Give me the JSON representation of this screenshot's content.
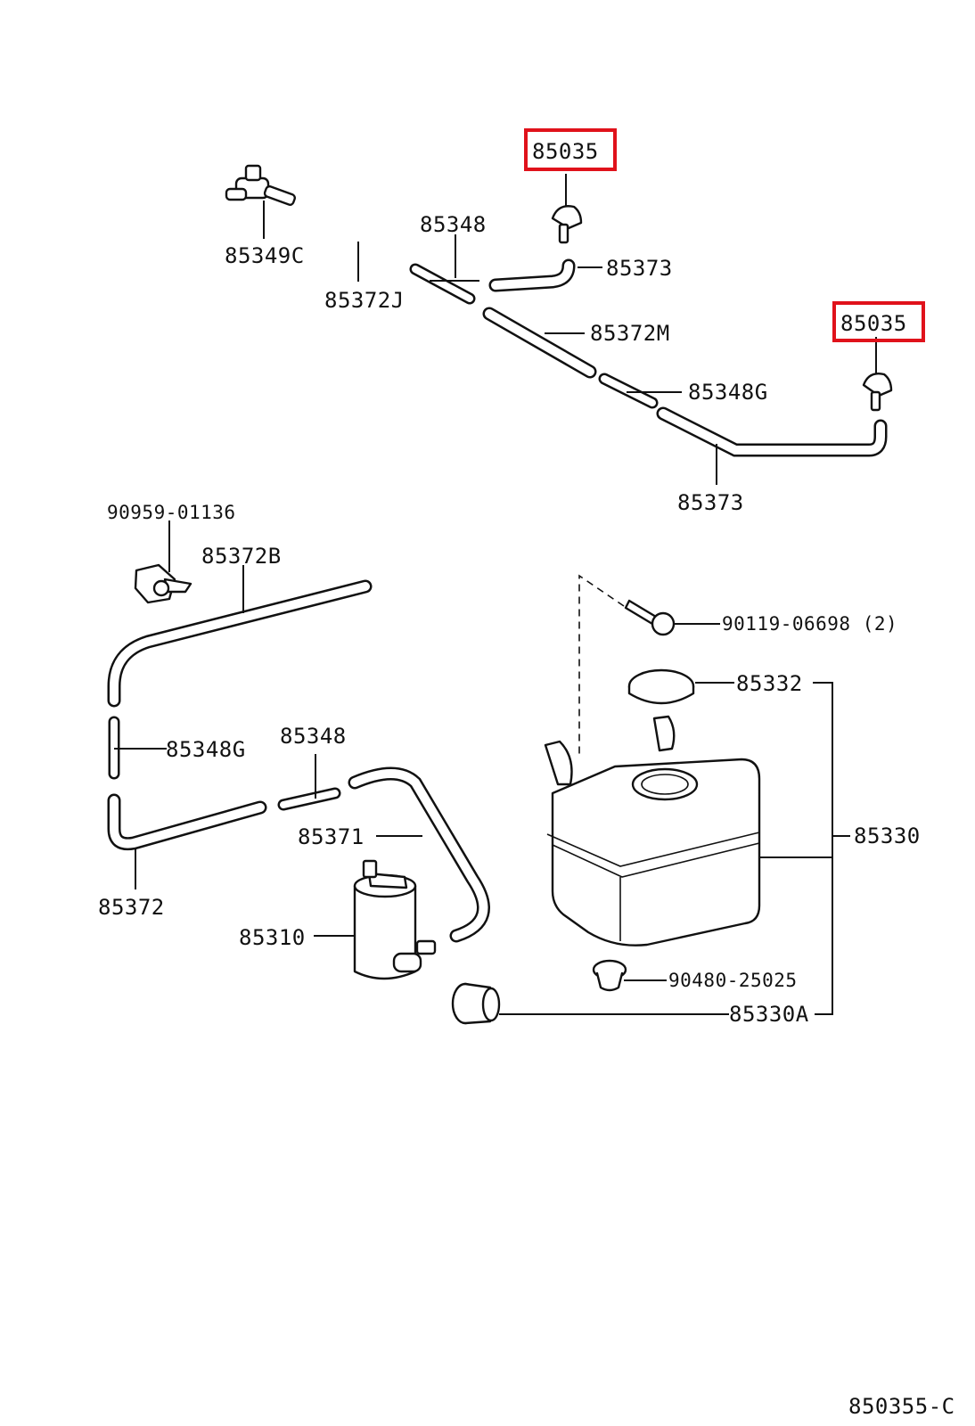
{
  "colors": {
    "highlight": "#e0121b",
    "ink": "#111111",
    "background": "#ffffff"
  },
  "labels": {
    "top_nozzle_left": "85035",
    "top_nozzle_right": "85035",
    "tee_joint": "85349C",
    "hose_j": "85372J",
    "connector_top": "85348",
    "hose_85373_upper": "85373",
    "hose_m": "85372M",
    "connector_g_upper": "85348G",
    "hose_85373_lower": "85373",
    "clamp": "90959-01136",
    "hose_b": "85372B",
    "bolt": "90119-06698 (2)",
    "cap": "85332",
    "connector_g_lower": "85348G",
    "connector_mid": "85348",
    "tank": "85330",
    "hose_85371": "85371",
    "hose_85372": "85372",
    "pump": "85310",
    "grommet": "90480-25025",
    "tank_sub": "85330A",
    "diagram_code": "850355-C"
  }
}
